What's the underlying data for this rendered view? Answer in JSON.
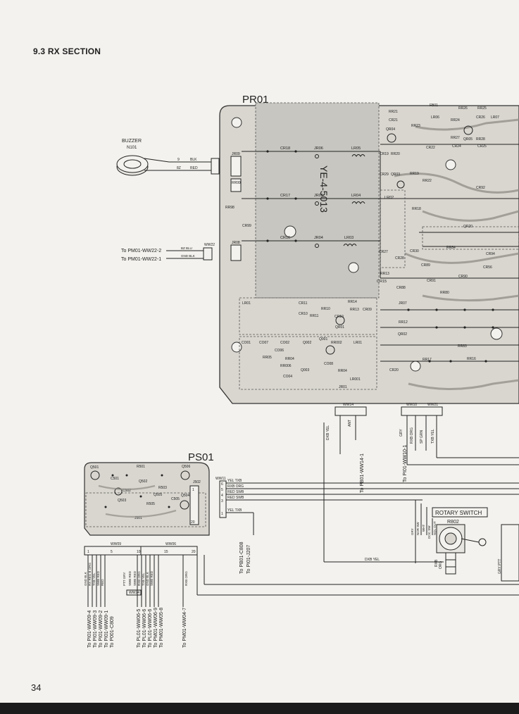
{
  "page": {
    "section_title": "9.3 RX SECTION",
    "page_number": "34"
  },
  "boards": {
    "pr01": "PR01",
    "ps01": "PS01",
    "board_code": "YE-4-5013"
  },
  "buzzer": {
    "label": "BUZZER",
    "ref": "N101",
    "pin_top": "9",
    "wire_top": "BLK",
    "pin_bottom": "8Z",
    "wire_bottom": "RED"
  },
  "ww22": {
    "ref": "WW22",
    "line1": "To PM01-WW22-2",
    "line1_wire": "BZ BLU",
    "line2": "To PM01-WW22-1",
    "line2_wire": "GND BLK"
  },
  "components_left": [
    "JR09",
    "RR99",
    "RR98",
    "CR99",
    "JR08",
    "CR18",
    "CR17",
    "CR16",
    "JR06",
    "JR05",
    "JR04",
    "LR05",
    "LR04",
    "LR03",
    "LR01",
    "LR02",
    "CR15"
  ],
  "components_right": [
    "RR21",
    "CR21",
    "QR04",
    "RR23",
    "FB01",
    "LR06",
    "RR26",
    "RR25",
    "RR24",
    "CR22",
    "CR24",
    "QR05",
    "RR28",
    "RR27",
    "CR23",
    "LR07",
    "CR29",
    "QR03",
    "RR19",
    "RR22",
    "CR92",
    "RR18",
    "QR20",
    "RR84",
    "CR94",
    "CR27",
    "CR28",
    "CR30",
    "RR13",
    "CR89",
    "CR90",
    "CR91",
    "CR56",
    "RR80",
    "CR11",
    "RR11",
    "RR14",
    "RR10",
    "CR12",
    "QR01",
    "RR12",
    "CR13",
    "QR02",
    "QR01",
    "CR09",
    "RR83",
    "CR001",
    "CR007",
    "Q002",
    "Q001",
    "RR002",
    "LR01",
    "CR003",
    "RR17",
    "RR16",
    "CR20",
    "CR004",
    "CR005",
    "QR003",
    "CR008",
    "LR001",
    "JR01"
  ],
  "components_ps01": [
    "Q501",
    "R501",
    "C501",
    "Q506",
    "Q502",
    "C502",
    "R503",
    "R505",
    "Q505",
    "Q504",
    "Q503",
    "C505",
    "J502",
    "J501"
  ],
  "ww14": {
    "ref": "WW14",
    "wire1": "DXB YEL",
    "wire2": "ANT",
    "label": "To PB01-WW14-1"
  },
  "ww10_ww21": {
    "ref1": "WW10",
    "ref2": "WW21",
    "wires": [
      "GRY",
      "RXB ORG",
      "SP GRN",
      "TXB YEL"
    ],
    "label": "To PI01-WW10-1"
  },
  "ww11": {
    "ref": "WW11",
    "pins": [
      "6",
      "5",
      "4",
      "3",
      "1"
    ],
    "wires": [
      "YEL TXB",
      "RXB ORG",
      "RED SWB",
      "RED SWB",
      "YEL TXB"
    ],
    "to1": "To PB01-C808",
    "to2": "To PI01-J207"
  },
  "rotary": {
    "title": "ROTARY SWITCH",
    "ref": "R802",
    "wires": [
      "GRY",
      "NOR SW",
      "WHT",
      "DOC SW",
      "WHT",
      "SQL OUT",
      "RED",
      "SW"
    ],
    "dxb": "DXB YEL",
    "left_wires": [
      "RXB",
      "ORG",
      "DXB",
      "YEL"
    ],
    "right_wire": "GRY PTT"
  },
  "ww09": {
    "ref": "WW09",
    "numbers": [
      "1",
      "5",
      "10"
    ],
    "wires": [
      "GND BLK",
      "RX REG B ORG",
      "TXB YEL",
      "SWB RED",
      "RED"
    ],
    "labels": [
      "To PI01-WW09-4",
      "To PI01-WW09-3",
      "To PI01-WW09-2",
      "To PI01-WW09-1",
      "To P001-C809"
    ]
  },
  "ww06": {
    "ref": "WW06",
    "numbers": [
      "15",
      "20"
    ],
    "wires": [
      "PTT GRY",
      "SWB RED",
      "SWB RED",
      "RXB ORG",
      "TXB YEL",
      "GND BLK",
      "SWB RED",
      "RXB ORG"
    ],
    "labels": [
      "To PL01-WW06-5",
      "To PL01-WW06-6",
      "To PL01-WW06-6",
      "To PM01-WW06-9",
      "To PM01-WW05-8",
      "To PM01-WW04-7"
    ]
  },
  "ww24": {
    "ref": "WW24"
  }
}
